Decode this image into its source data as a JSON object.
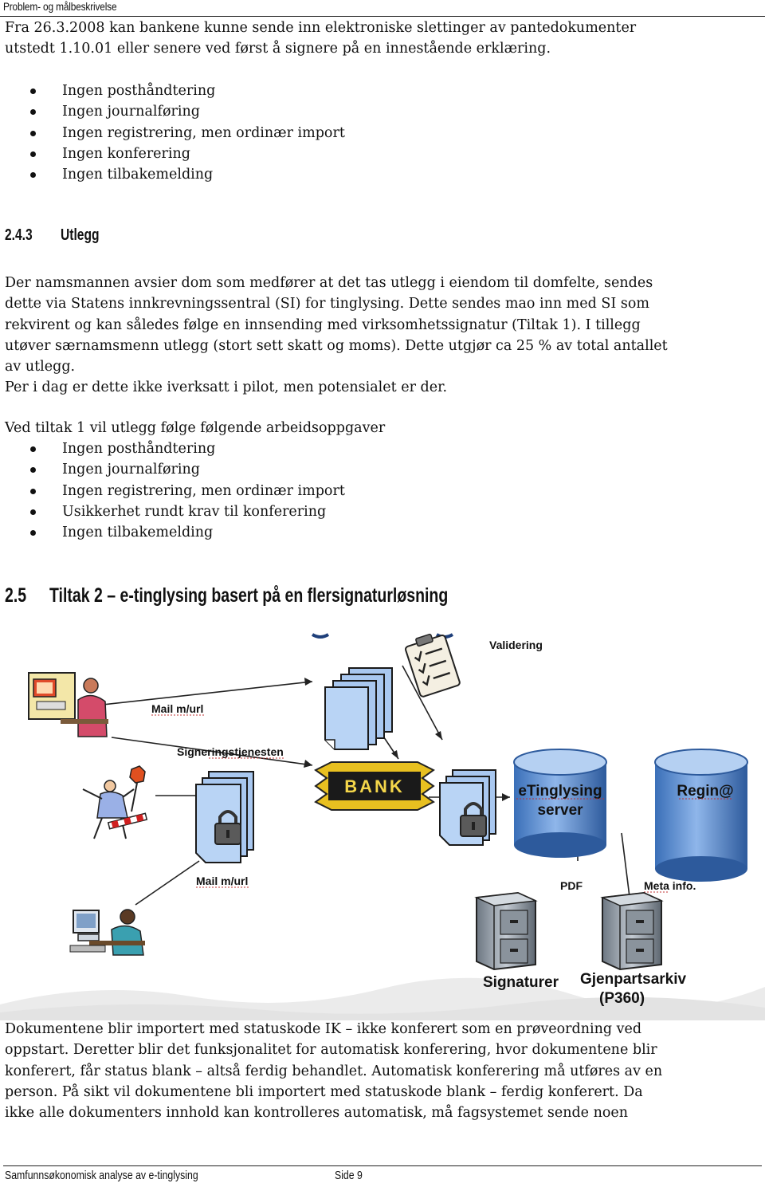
{
  "header": {
    "running_title": "Problem- og målbeskrivelse"
  },
  "intro": {
    "lines": [
      "Fra 26.3.2008 kan bankene kunne sende inn elektroniske slettinger av pantedokumenter",
      "utstedt 1.10.01 eller senere ved først å signere på en innestående erklæring."
    ]
  },
  "list1": [
    "Ingen posthåndtering",
    "Ingen journalføring",
    "Ingen registrering, men ordinær import",
    "Ingen konferering",
    "Ingen tilbakemelding"
  ],
  "section_243": {
    "number": "2.4.3",
    "title": "Utlegg",
    "para_lines": [
      "Der namsmannen avsier dom som medfører at det tas utlegg i eiendom til domfelte, sendes",
      "dette via Statens innkrevningssentral (SI) for tinglysing. Dette sendes mao inn med SI som",
      "rekvirent og kan således følge en innsending med virksomhetssignatur (Tiltak 1). I tillegg",
      "utøver særnamsmenn utlegg (stort sett skatt og moms). Dette utgjør ca 25 % av total antallet",
      "av utlegg.",
      "Per i dag er dette ikke iverksatt i pilot, men potensialet er der."
    ],
    "intro_line": "Ved tiltak 1 vil utlegg følge følgende arbeidsoppgaver",
    "list": [
      "Ingen posthåndtering",
      "Ingen journalføring",
      "Ingen registrering, men ordinær import",
      "Usikkerhet rundt krav til konferering",
      "Ingen tilbakemelding"
    ]
  },
  "section_25": {
    "number": "2.5",
    "title": "Tiltak 2 – e-tinglysing basert på en flersignaturløsning"
  },
  "diagram": {
    "labels": {
      "validering": "Validering",
      "mail1": "Mail m/url",
      "signering": "Signeringstjenesten",
      "bank": "BANK",
      "etl1": "eTinglysing",
      "etl2": "server",
      "regin": "Regin@",
      "mail2": "Mail m/url",
      "pdf": "PDF",
      "meta": "Meta info.",
      "signaturer": "Signaturer",
      "gjenparts1": "Gjenpartsarkiv",
      "gjenparts2": "(P360)"
    },
    "colors": {
      "doc_fill": "#a9c8f0",
      "doc_stroke": "#1a1a1a",
      "cylinder": "#5a8fd0",
      "bank_gold": "#e8c020",
      "cabinet": "#9aa3ad"
    }
  },
  "closing": {
    "lines": [
      "Dokumentene blir importert med statuskode IK – ikke konferert som en prøveordning ved",
      "oppstart.  Deretter blir det funksjonalitet for automatisk konferering, hvor dokumentene blir",
      "konferert, får status blank – altså ferdig behandlet. Automatisk konferering må utføres av en",
      "person.  På sikt vil dokumentene bli importert med statuskode blank – ferdig konferert.  Da",
      "ikke alle dokumenters innhold kan kontrolleres automatisk, må fagsystemet sende noen"
    ]
  },
  "footer": {
    "doc_title": "Samfunnsøkonomisk analyse av e-tinglysing",
    "page": "Side 9"
  }
}
